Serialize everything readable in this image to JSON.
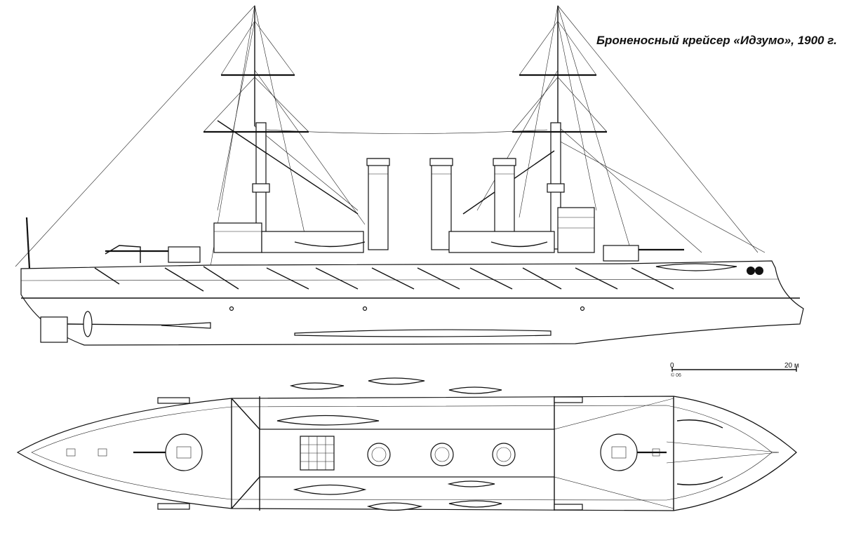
{
  "title": "Броненосный крейсер «Идзумо», 1900 г.",
  "scale_bar": {
    "start_label": "0",
    "end_label": "20 м",
    "credit": "© 06"
  },
  "colors": {
    "ink": "#111111",
    "paper": "#ffffff"
  }
}
